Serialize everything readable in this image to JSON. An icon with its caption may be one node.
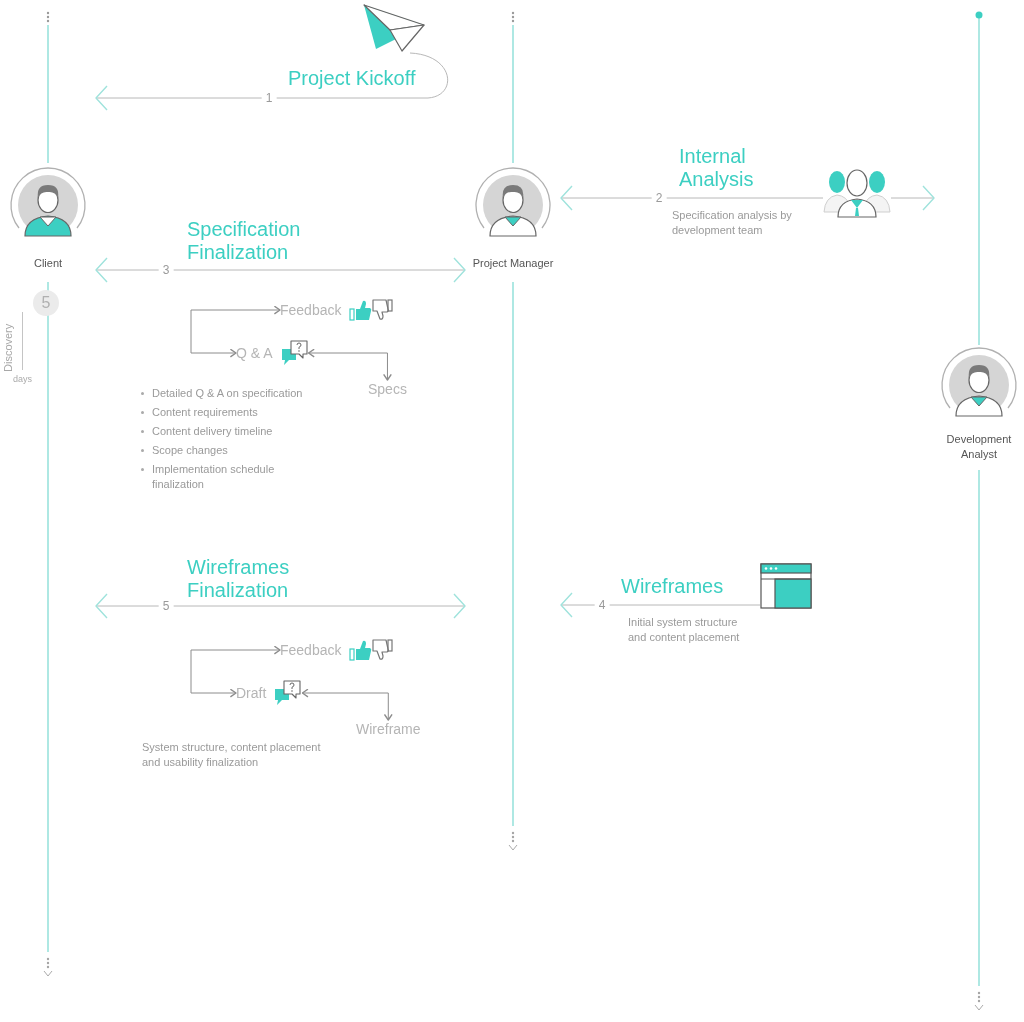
{
  "diagram": {
    "nodes": [
      {
        "text": [
          "Client"
        ]
      },
      {
        "text": [
          "Project Manager"
        ]
      },
      {
        "text": [
          "Development Analyst"
        ]
      },
      {
        "text": [],
        "shape": "picture"
      },
      {
        "text": [],
        "shape": "picture"
      },
      {
        "text": [
          "Feedback"
        ]
      },
      {
        "text": [
          "Q & A"
        ]
      },
      {
        "text": [
          "Specs"
        ]
      },
      {
        "text": [],
        "shape": "picture"
      },
      {
        "text": [
          "Feedback"
        ]
      },
      {
        "text": [
          "Draft"
        ]
      },
      {
        "text": [
          "Wireframe"
        ]
      }
    ],
    "edges": [
      {
        "from": 3,
        "to": 0,
        "arrow": "to",
        "label": "1"
      },
      {
        "from": 4,
        "to": 1,
        "arrow": "to",
        "label": "2"
      },
      {
        "from": 4,
        "to": 2,
        "arrow": "to"
      },
      {
        "from": 0,
        "to": 1,
        "arrow": "both",
        "label": "3"
      },
      {
        "from": 5,
        "to": 6,
        "arrow": "both"
      },
      {
        "from": 6,
        "to": 7,
        "arrow": "both"
      },
      {
        "from": 8,
        "to": 1,
        "arrow": "to",
        "label": "4"
      },
      {
        "from": 0,
        "to": 1,
        "arrow": "both",
        "label": "5"
      },
      {
        "from": 9,
        "to": 10,
        "arrow": "both"
      },
      {
        "from": 10,
        "to": 11,
        "arrow": "both"
      }
    ],
    "labels": [
      "Project Kickoff",
      "Internal Analysis",
      "Specification analysis by development team",
      "Specification Finalization",
      "5",
      "Discovery",
      "days",
      "Detailed Q & A on specification",
      "Content requirements",
      "Content delivery timeline",
      "Scope changes",
      "Implementation schedule finalization",
      "Wireframes Finalization",
      "Wireframes",
      "Initial system structure and content placement",
      "System structure, content placement and usability finalization"
    ]
  }
}
